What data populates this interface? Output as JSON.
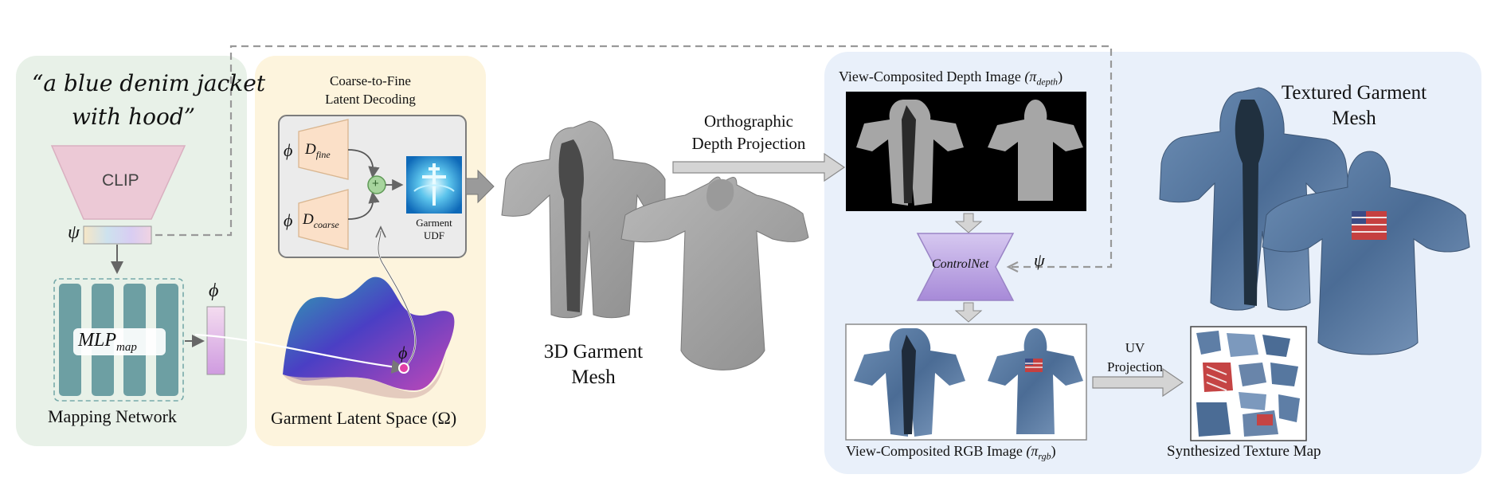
{
  "prompt": {
    "line1": "“a blue denim jacket",
    "line2": "with hood”"
  },
  "text_encoder": {
    "label": "CLIP",
    "embedding_symbol": "ψ"
  },
  "mapping_network": {
    "label": "Mapping Network",
    "block_label": "MLP",
    "block_subscript": "map",
    "output_symbol": "ϕ"
  },
  "latent_panel": {
    "title_line1": "Coarse-to-Fine",
    "title_line2": "Latent Decoding",
    "phi_symbol": "ϕ",
    "fine_decoder": "D",
    "fine_sub": "fine",
    "coarse_decoder": "D",
    "coarse_sub": "coarse",
    "plus": "+",
    "udf_line1": "Garment",
    "udf_line2": "UDF",
    "space_label": "Garment Latent Space",
    "space_symbol": "(Ω)",
    "point_symbol": "ϕ"
  },
  "mesh": {
    "label_line1": "3D Garment",
    "label_line2": "Mesh"
  },
  "projection": {
    "label_line1": "Orthographic",
    "label_line2": "Depth Projection"
  },
  "right_panel": {
    "depth_title": "View-Composited Depth Image",
    "depth_symbol": "(π",
    "depth_sub": "depth",
    "depth_close": ")",
    "controlnet_label": "ControlNet",
    "psi_symbol": "ψ",
    "rgb_title": "View-Composited RGB Image",
    "rgb_symbol": "(π",
    "rgb_sub": "rgb",
    "rgb_close": ")",
    "uv_line1": "UV",
    "uv_line2": "Projection",
    "texture_label": "Synthesized Texture Map",
    "textured_line1": "Textured Garment",
    "textured_line2": "Mesh"
  },
  "colors": {
    "green_panel": "#e8f1e8",
    "yellow_panel": "#fdf4dd",
    "blue_panel": "#e9f0fa",
    "clip_pink": "#ecc9d6",
    "decoder_peach": "#fbe0c8",
    "controlnet_purple": "#c3aee6",
    "mlp_teal": "#6d9fa3",
    "denim": "#4f6f96",
    "garment_gray": "#a4a4a4"
  }
}
